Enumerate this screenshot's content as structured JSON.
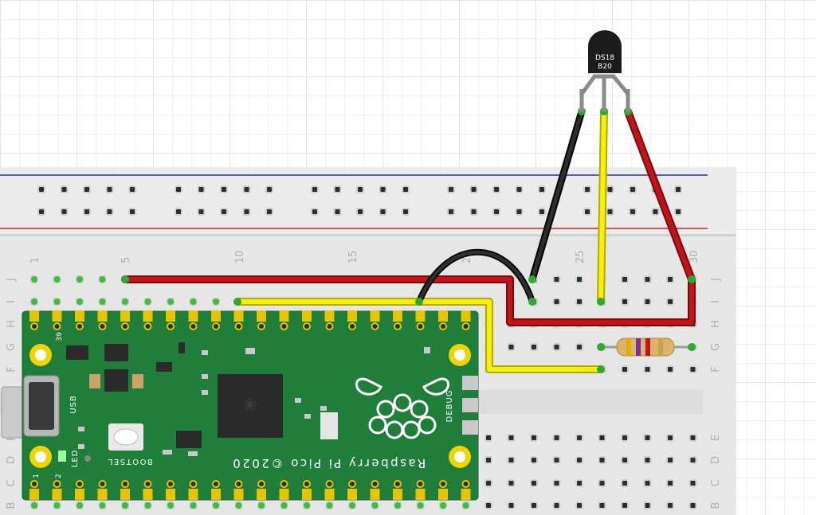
{
  "breadboard": {
    "column_numbers": [
      "1",
      "5",
      "10",
      "15",
      "20",
      "25",
      "30"
    ],
    "row_letters_top": [
      "J",
      "I",
      "H",
      "G",
      "F"
    ],
    "row_letters_bottom": [
      "E",
      "D",
      "C",
      "B"
    ]
  },
  "pico": {
    "brand": "Raspberry Pi Pico ©2020",
    "usb_label": "USB",
    "led_label": "LED",
    "bootsel_label": "BOOTSEL",
    "debug_label": "DEBUG",
    "pin_1": "1",
    "pin_2": "2",
    "pin_39": "39"
  },
  "sensor": {
    "line1": "DS18",
    "line2": "B20"
  },
  "colors": {
    "board": "#e8e8e8",
    "pico_green": "#1e7e3a",
    "wire_red": "#c0141a",
    "wire_yellow": "#f5f00a",
    "wire_black": "#1a1a1a",
    "rail_blue": "#2233aa",
    "rail_red": "#cc2222"
  }
}
